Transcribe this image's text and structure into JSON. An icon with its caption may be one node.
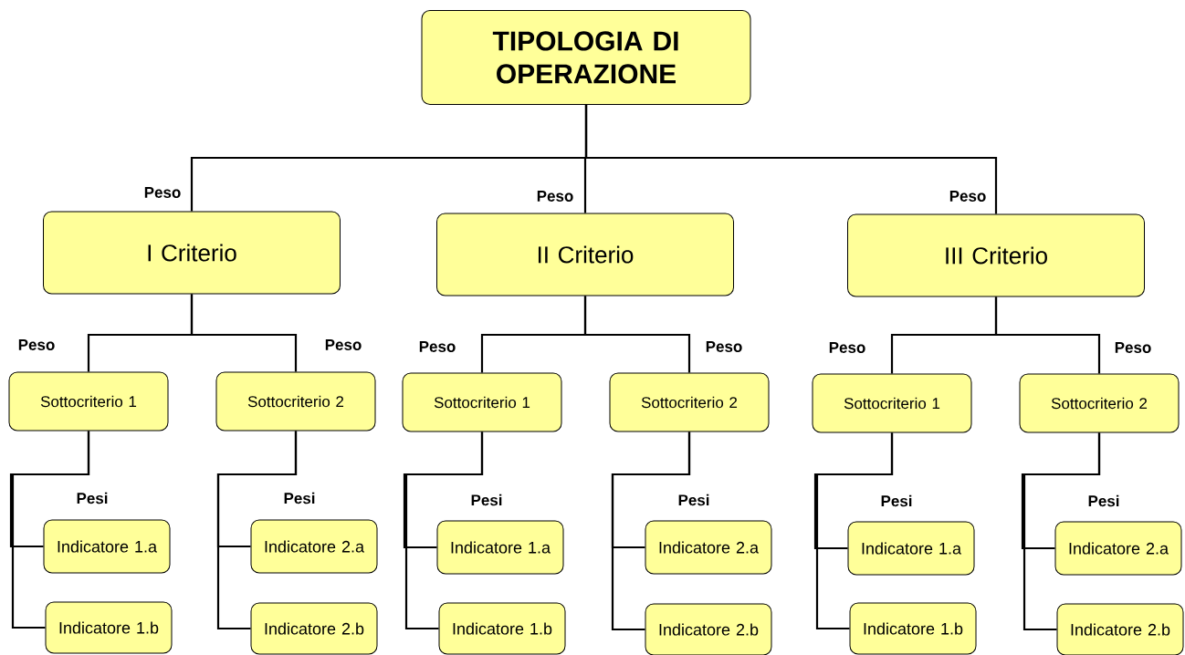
{
  "diagram": {
    "nodes": [
      {
        "text": [
          "TIPOLOGIA DI OPERAZIONE"
        ]
      },
      {
        "text": [
          "I Criterio"
        ]
      },
      {
        "text": [
          "II Criterio"
        ]
      },
      {
        "text": [
          "III Criterio"
        ]
      },
      {
        "text": [
          "Sottocriterio 1"
        ]
      },
      {
        "text": [
          "Sottocriterio 2"
        ]
      },
      {
        "text": [
          "Sottocriterio 1"
        ]
      },
      {
        "text": [
          "Sottocriterio 2"
        ]
      },
      {
        "text": [
          "Sottocriterio 1"
        ]
      },
      {
        "text": [
          "Sottocriterio 2"
        ]
      },
      {
        "text": [
          "Indicatore 1.a"
        ]
      },
      {
        "text": [
          "Indicatore 2.a"
        ]
      },
      {
        "text": [
          "Indicatore 1.a"
        ]
      },
      {
        "text": [
          "Indicatore 2.a"
        ]
      },
      {
        "text": [
          "Indicatore 1.a"
        ]
      },
      {
        "text": [
          "Indicatore 2.a"
        ]
      },
      {
        "text": [
          "Indicatore 1.b"
        ]
      },
      {
        "text": [
          "Indicatore 2.b"
        ]
      },
      {
        "text": [
          "Indicatore 1.b"
        ]
      },
      {
        "text": [
          "Indicatore 2.b"
        ]
      },
      {
        "text": [
          "Indicatore 1.b"
        ]
      },
      {
        "text": [
          "Indicatore 2.b"
        ]
      }
    ],
    "edges": [
      {
        "from": 0,
        "to": 1,
        "arrow": "none",
        "label": "Peso"
      },
      {
        "from": 0,
        "to": 2,
        "arrow": "none",
        "label": "Peso"
      },
      {
        "from": 0,
        "to": 3,
        "arrow": "none",
        "label": "Peso"
      },
      {
        "from": 1,
        "to": 4,
        "arrow": "none",
        "label": "Peso"
      },
      {
        "from": 1,
        "to": 5,
        "arrow": "none",
        "label": "Peso"
      },
      {
        "from": 2,
        "to": 6,
        "arrow": "none",
        "label": "Peso"
      },
      {
        "from": 2,
        "to": 7,
        "arrow": "none",
        "label": "Peso"
      },
      {
        "from": 3,
        "to": 8,
        "arrow": "none",
        "label": "Peso"
      },
      {
        "from": 3,
        "to": 9,
        "arrow": "none",
        "label": "Peso"
      },
      {
        "from": 4,
        "to": 10,
        "arrow": "none",
        "label": "Pesi"
      },
      {
        "from": 5,
        "to": 11,
        "arrow": "none",
        "label": "Pesi"
      },
      {
        "from": 6,
        "to": 12,
        "arrow": "none",
        "label": "Pesi"
      },
      {
        "from": 7,
        "to": 13,
        "arrow": "none",
        "label": "Pesi"
      },
      {
        "from": 8,
        "to": 14,
        "arrow": "none",
        "label": "Pesi"
      },
      {
        "from": 9,
        "to": 15,
        "arrow": "none",
        "label": "Pesi"
      },
      {
        "from": 4,
        "to": 16,
        "arrow": "none"
      },
      {
        "from": 5,
        "to": 17,
        "arrow": "none"
      },
      {
        "from": 6,
        "to": 18,
        "arrow": "none"
      },
      {
        "from": 7,
        "to": 19,
        "arrow": "none"
      },
      {
        "from": 8,
        "to": 20,
        "arrow": "none"
      },
      {
        "from": 9,
        "to": 21,
        "arrow": "none"
      }
    ]
  }
}
